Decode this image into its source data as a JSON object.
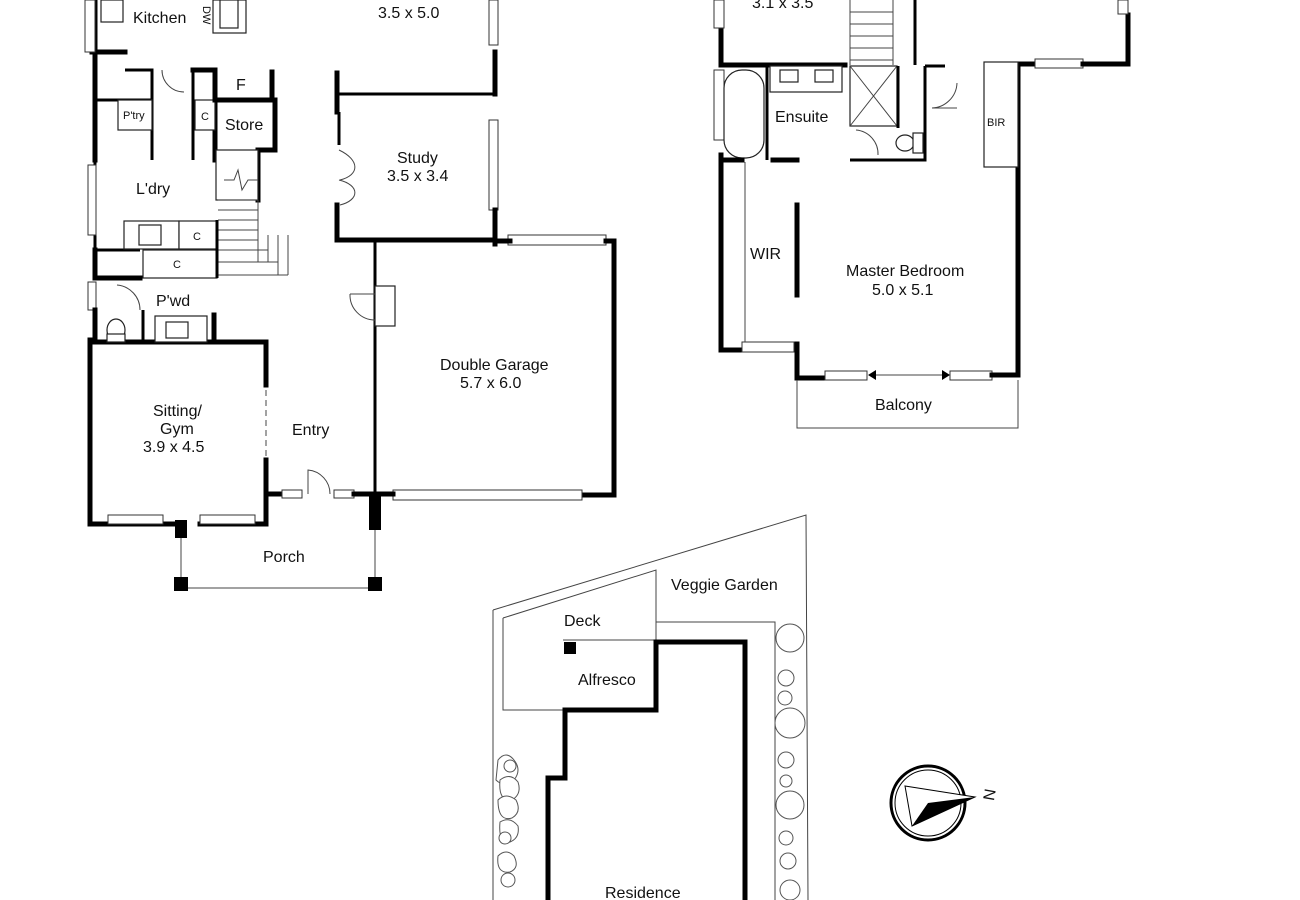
{
  "ground_floor": {
    "kitchen": "Kitchen",
    "dw": "DW",
    "pantry": "P'try",
    "cupboard": "C",
    "fridge": "F",
    "store": "Store",
    "laundry": "L'dry",
    "powder": "P'wd",
    "sitting_gym": {
      "line1": "Sitting/",
      "line2": "Gym",
      "size": "3.9 x 4.5"
    },
    "entry": "Entry",
    "porch": "Porch",
    "study": {
      "name": "Study",
      "size": "3.5 x 3.4"
    },
    "top_room_size": "3.5 x 5.0",
    "garage": {
      "name": "Double Garage",
      "size": "5.7 x 6.0"
    }
  },
  "first_floor": {
    "top_room_size": "3.1 x 3.5",
    "ensuite": "Ensuite",
    "bir": "BIR",
    "wir": "WIR",
    "master": {
      "name": "Master Bedroom",
      "size": "5.0 x 5.1"
    },
    "balcony": "Balcony"
  },
  "site": {
    "veggie_garden": "Veggie Garden",
    "deck": "Deck",
    "alfresco": "Alfresco",
    "residence": "Residence"
  },
  "compass": {
    "label": "N",
    "icon": "north-arrow-icon"
  }
}
